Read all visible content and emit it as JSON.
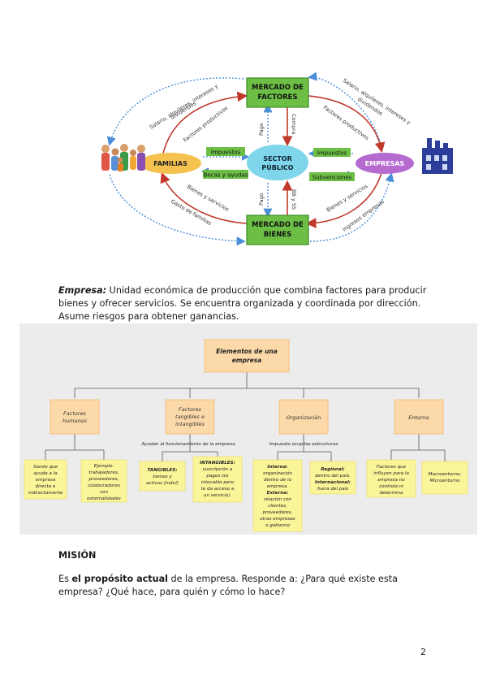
{
  "circular_flow": {
    "nodes": {
      "factor_market": [
        "MERCADO DE",
        "FACTORES"
      ],
      "goods_market": [
        "MERCADO DE",
        "BIENES"
      ],
      "families": "FAMILIAS",
      "firms": "EMPRESAS",
      "public_sector": [
        "SECTOR",
        "PÚBLICO"
      ]
    },
    "tags": {
      "taxes_left": "Impuestos",
      "grants_left": "Becas y ayudas",
      "taxes_right": "Impuestos",
      "subsidies_right": "Subvenciones"
    },
    "arrow_labels": {
      "rent_left": [
        "Salario, alquileres, intereses y",
        "dividendos"
      ],
      "rent_right": [
        "Salario, alquileres, intereses y",
        "dividendos"
      ],
      "factors_left": "Factores productivos",
      "factors_right": "Factores productivos",
      "pay_top": "Pago",
      "buy_top": "Compra",
      "pay_bottom": "Pago",
      "goods_services": "BB y SS",
      "goods_left": "Bienes y servicios",
      "spending_left": "Gasto de familias",
      "goods_right": "Bienes y servicios",
      "income_right": "Ingresos empresas"
    }
  },
  "definition": {
    "term": "Empresa:",
    "lines": [
      "Unidad económica de producción que combina factores para producir",
      "bienes y ofrecer servicios. Se encuentra organizada y coordinada por dirección.",
      "Asume riesgos para obtener ganancias."
    ]
  },
  "elements_map": {
    "root": [
      "Elementos de una",
      "empresa"
    ],
    "branches": {
      "human": [
        "Factores",
        "humanos"
      ],
      "tangible": [
        "Factores",
        "tangibles e",
        "intangibles"
      ],
      "organization": [
        "Organización"
      ],
      "environment": [
        "Entorno"
      ]
    },
    "connectors": {
      "tangible_note": "Ayudan al funcionamiento de la empresa",
      "organization_note": "Impuesto ocupilas estructuras"
    },
    "leaves": {
      "human_1": [
        "Siente que",
        "ayuda a la",
        "empresa",
        "directa e",
        "indirectamente"
      ],
      "human_2": [
        "Ejemplo:",
        "trabajadores,",
        "proveedores,",
        "colaboradores",
        "con",
        "externalidades"
      ],
      "tangible_1": [
        "TANGIBLES:",
        "bienes y",
        "activos (indv/)"
      ],
      "tangible_2": [
        "INTANGIBLES:",
        "suscripción a",
        "pagos (es",
        "intocable pero",
        "te da acceso a",
        "un servicio)."
      ],
      "org_1": [
        "Interna:",
        "organización",
        "dentro de la",
        "empresa.",
        "Externa:",
        "relación con",
        "clientes,",
        "proveedores,",
        "otras empresas",
        "o gobierno"
      ],
      "org_2": [
        "Regional:",
        "dentro del país.",
        "Internacional:",
        "fuera del país"
      ],
      "env_1": [
        "Factores que",
        "influyen para la",
        "empresa no",
        "controla ni",
        "determina"
      ],
      "env_2": [
        "Macroentorno,",
        "Microentorno"
      ]
    }
  },
  "mision": {
    "heading": "MISIÓN",
    "line1_pre": "Es ",
    "line1_bold": "el propósito actual",
    "line1_post": " de la empresa. Responde a: ¿Para qué existe esta",
    "line2": "empresa? ¿Qué hace, para quién y cómo lo hace?"
  },
  "page_number": "2",
  "colors": {
    "green": "#6cbe45",
    "green_border": "#3f8a28",
    "yellow": "#f5c24f",
    "purple": "#b56ad0",
    "cyan": "#7fd6ea",
    "red_arrow": "#c0392b",
    "blue_dash": "#4a8fd8",
    "peach": "#fcd9a8",
    "sticky": "#fbf59a",
    "panel_bg": "#ececec"
  }
}
